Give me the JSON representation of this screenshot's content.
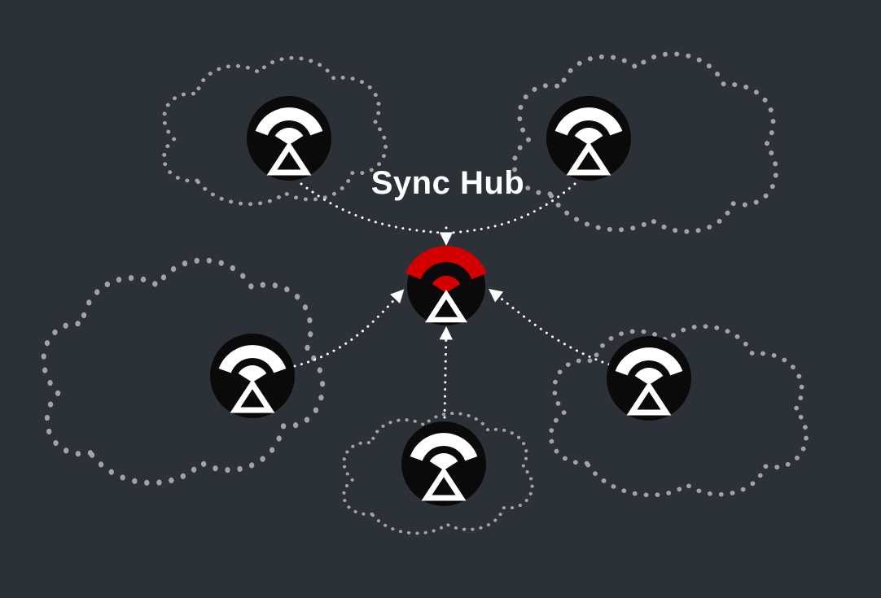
{
  "diagram": {
    "title": "Sync Hub",
    "background_color": "#2b3137",
    "cloud_outline_color": "#a0a4a7",
    "arrow_color": "#ffffff",
    "node_fill_color": "#0a0a0a",
    "logo_color": "#ffffff",
    "hub_accent_color": "#d40000",
    "title_color": "#ffffff",
    "nodes": [
      {
        "name": "peer-node-top-left"
      },
      {
        "name": "peer-node-top-right"
      },
      {
        "name": "peer-node-mid-left"
      },
      {
        "name": "peer-node-bottom-center"
      },
      {
        "name": "peer-node-mid-right"
      },
      {
        "name": "hub-node"
      }
    ]
  }
}
